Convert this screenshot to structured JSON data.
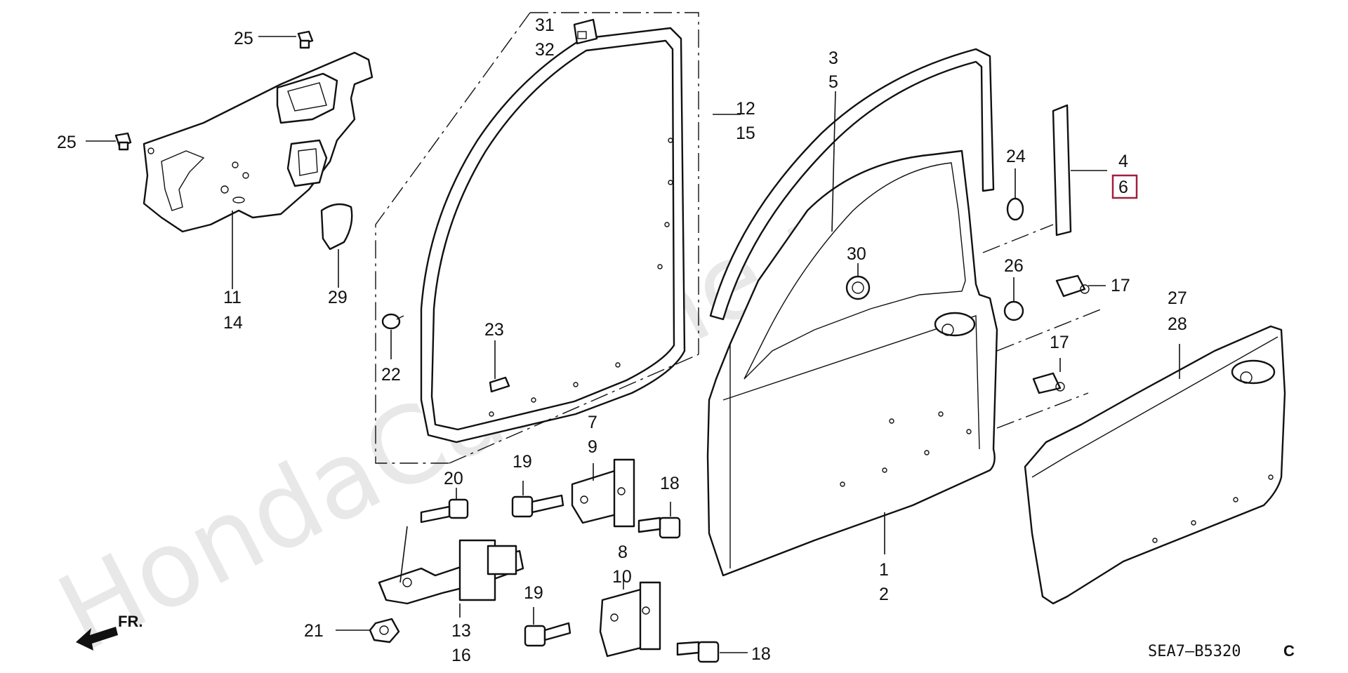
{
  "watermark": "HondaCarMine.ru",
  "diagram_code": "SEA7—B5320",
  "diagram_code_suffix": "C",
  "front_label": "FR.",
  "highlight_color": "#a0203c",
  "labels": {
    "l1": "1",
    "l2": "2",
    "l3": "3",
    "l4": "4",
    "l5": "5",
    "l6": "6",
    "l7": "7",
    "l8": "8",
    "l9": "9",
    "l10": "10",
    "l11": "11",
    "l12": "12",
    "l13": "13",
    "l14": "14",
    "l15": "15",
    "l16": "16",
    "l17a": "17",
    "l17b": "17",
    "l18a": "18",
    "l18b": "18",
    "l19a": "19",
    "l19b": "19",
    "l20": "20",
    "l21": "21",
    "l22": "22",
    "l23": "23",
    "l24": "24",
    "l25a": "25",
    "l25b": "25",
    "l26": "26",
    "l27": "27",
    "l28": "28",
    "l29": "29",
    "l30": "30",
    "l31": "31",
    "l32": "32"
  }
}
